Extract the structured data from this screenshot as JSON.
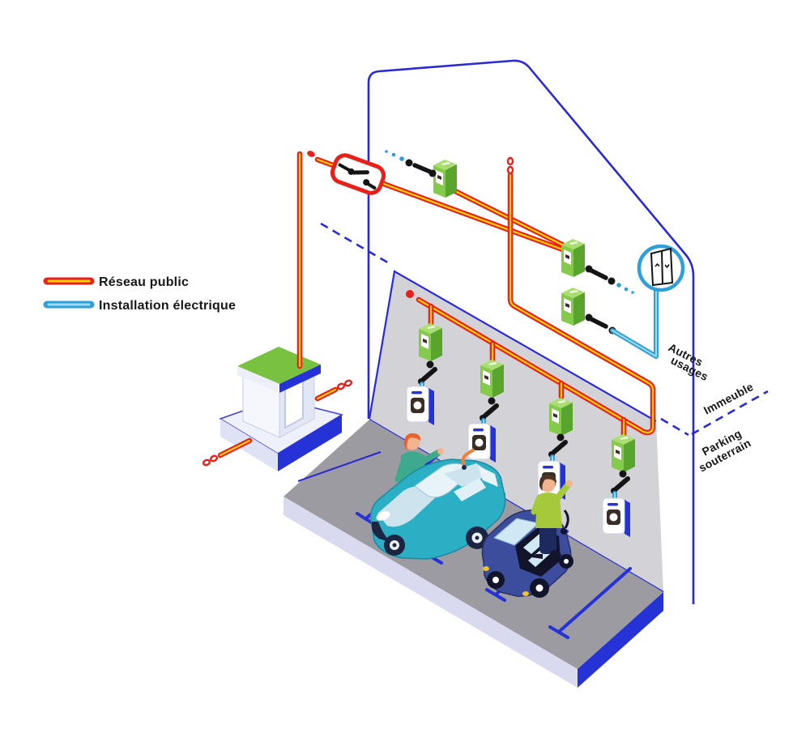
{
  "legend": {
    "items": [
      {
        "id": "reseau-public",
        "label": "Réseau public",
        "color": "#e8201a",
        "core_color": "#ffd400"
      },
      {
        "id": "installation-electrique",
        "label": "Installation électrique",
        "color": "#2e9fd8",
        "core_color": "#9fdcf4"
      }
    ]
  },
  "labels": {
    "autres_usages_line1": "Autres",
    "autres_usages_line2": "usages",
    "immeuble": "Immeuble",
    "parking_line1": "Parking",
    "parking_line2": "souterrain"
  },
  "icons": {
    "elevator": "elevator-doors-icon",
    "meter": "electric-meter-icon",
    "charger": "ev-charger-icon",
    "breaker": "main-breaker-switch-icon"
  },
  "colors": {
    "public_network": "#e8201a",
    "public_network_core": "#ffd400",
    "installation": "#2e9fd8",
    "installation_core": "#9fdcf4",
    "building_outline": "#2a2ad4",
    "accent_blue": "#2533d6",
    "meter_green": "#7cc63f",
    "wall_gray": "#d3d3d7",
    "floor_gray": "#9b9ba1",
    "floor_edge_lavender": "#d9d9f0",
    "charge_cable_orange": "#f08038",
    "car1_teal": "#2aafc4",
    "car2_navy": "#3d4d9e"
  }
}
